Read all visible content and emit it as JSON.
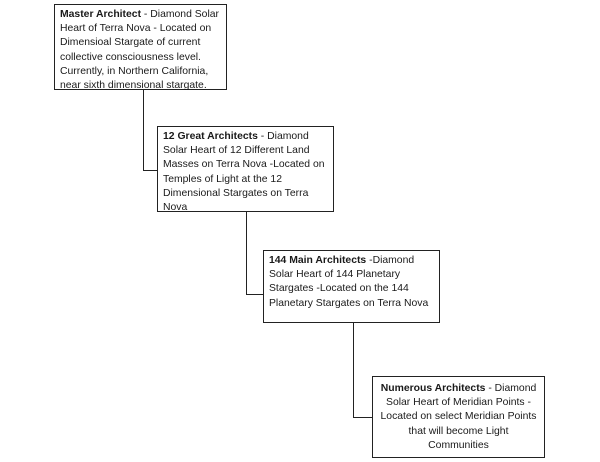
{
  "boxes": {
    "master": {
      "title": "Master Architect",
      "text": " - Diamond Solar Heart of Terra Nova - Located on Dimensioal Stargate of current collective consciousness level. Currently, in Northern California, near sixth dimensional stargate."
    },
    "twelve": {
      "title": "12 Great Architects",
      "text": " - Diamond Solar Heart of 12 Different Land Masses on Terra Nova -Located on Temples of Light at the 12 Dimensional Stargates on Terra Nova"
    },
    "one_forty_four": {
      "title": "144 Main Architects",
      "text": " -Diamond Solar Heart of 144 Planetary Stargates -Located on the 144 Planetary Stargates on Terra Nova"
    },
    "numerous": {
      "title": "Numerous Architects",
      "text": " - Diamond Solar Heart of Meridian Points - Located on select Meridian Points that will become Light Communities"
    }
  }
}
